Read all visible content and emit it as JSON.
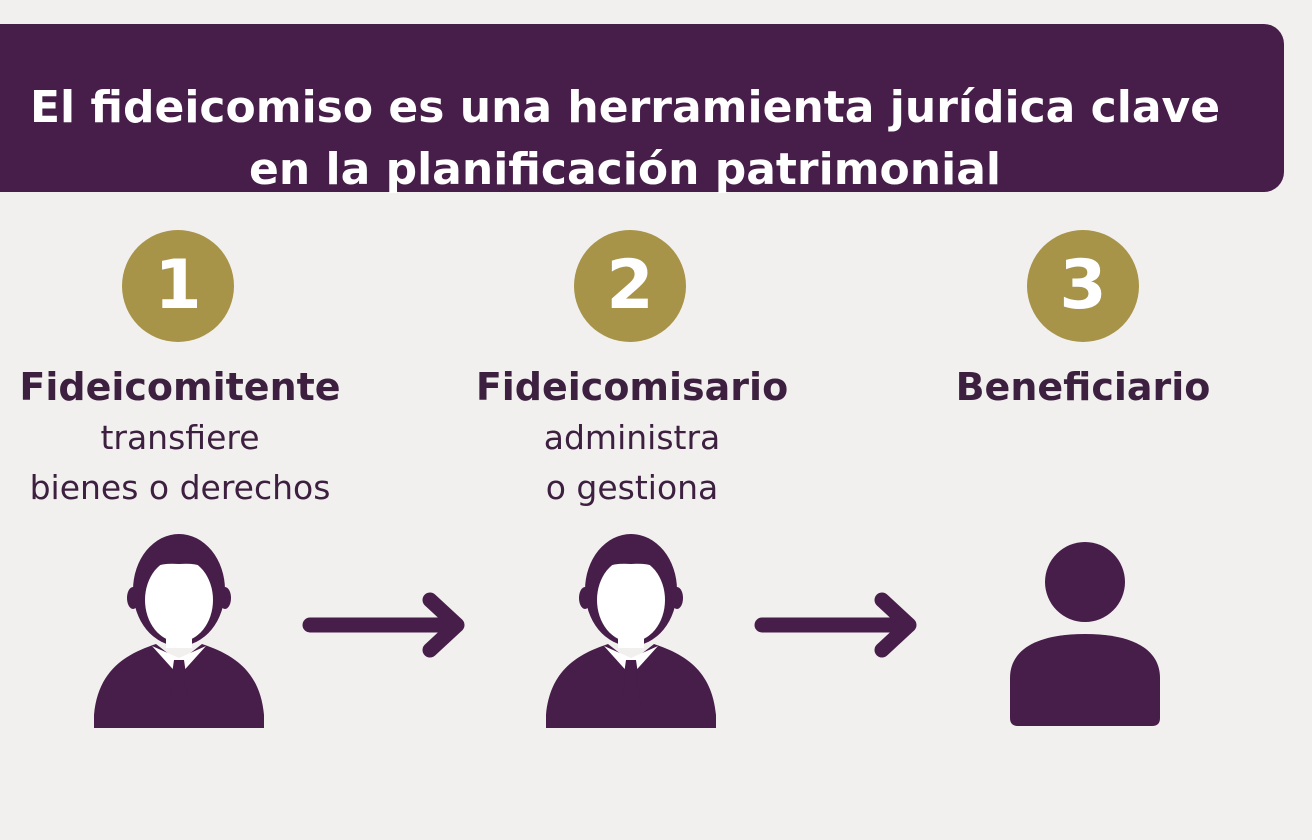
{
  "header": {
    "title_line1": "El fideicomiso es una herramienta jurídica clave",
    "title_line2": "en la planificación patrimonial"
  },
  "steps": [
    {
      "number": "1",
      "title": "Fideicomitente",
      "desc_line1": "transfiere",
      "desc_line2": "bienes o derechos",
      "figure_icon": "businessman-icon"
    },
    {
      "number": "2",
      "title": "Fideicomisario",
      "desc_line1": "administra",
      "desc_line2": "o gestiona",
      "figure_icon": "businessman-icon"
    },
    {
      "number": "3",
      "title": "Beneficiario",
      "figure_icon": "person-icon"
    }
  ],
  "connectors": [
    {
      "from": "1",
      "to": "2",
      "icon": "arrow-right-icon"
    },
    {
      "from": "2",
      "to": "3",
      "icon": "arrow-right-icon"
    }
  ],
  "colors": {
    "background": "#f2f0ef",
    "banner": "#471d49",
    "badge": "#a79448",
    "text": "#3d2040",
    "figure": "#471d49"
  }
}
